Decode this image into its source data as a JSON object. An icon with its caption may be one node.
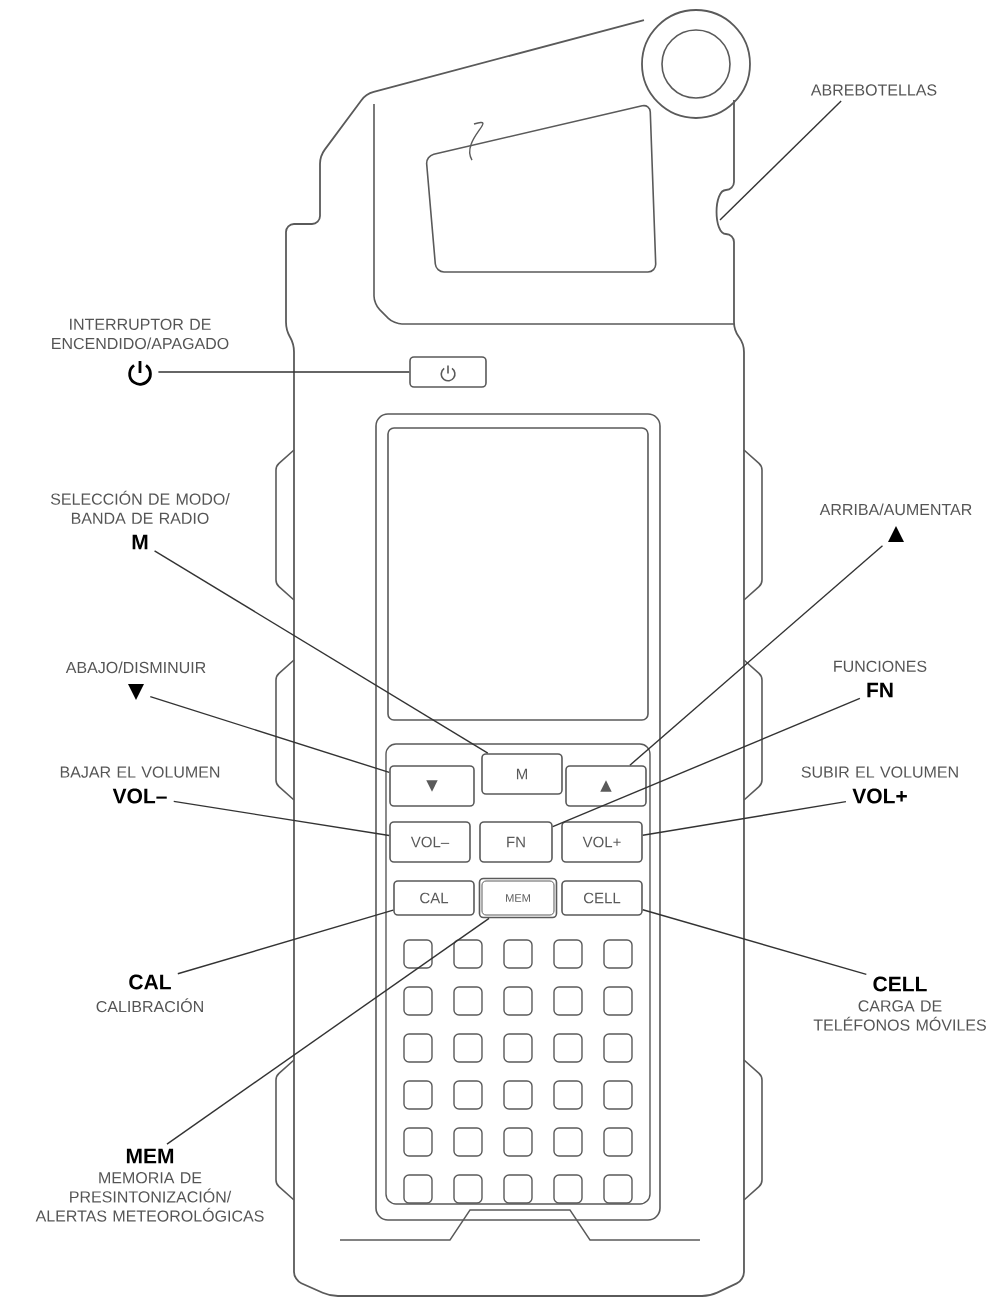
{
  "diagram": {
    "nodes": [
      {
        "text": [
          "ABREBOTELLAS"
        ]
      },
      {
        "text": [],
        "shape": "symbol",
        "beside": [
          "INTERRUPTOR DE ENCENDIDO/APAGADO"
        ]
      },
      {
        "text": [],
        "shape": "button"
      },
      {
        "text": [
          "M"
        ],
        "beside": [
          "SELECCIÓN DE MODO/ BANDA DE RADIO"
        ]
      },
      {
        "text": [
          "▲"
        ],
        "beside": [
          "ARRIBA/AUMENTAR"
        ]
      },
      {
        "text": [
          "▼"
        ],
        "beside": [
          "ABAJO/DISMINUIR"
        ]
      },
      {
        "text": [
          "FN"
        ],
        "beside": [
          "FUNCIONES"
        ]
      },
      {
        "text": [
          "VOL–"
        ],
        "beside": [
          "BAJAR EL VOLUMEN"
        ]
      },
      {
        "text": [
          "VOL+"
        ],
        "beside": [
          "SUBIR EL VOLUMEN"
        ]
      },
      {
        "text": [
          "CAL"
        ],
        "beside": [
          "CALIBRACIÓN"
        ]
      },
      {
        "text": [
          "CELL"
        ],
        "beside": [
          "CARGA DE TELÉFONOS MÓVILES"
        ]
      },
      {
        "text": [
          "MEM"
        ],
        "beside": [
          "MEMORIA DE PRESINTONIZACIÓN/ ALERTAS METEOROLÓGICAS"
        ]
      },
      {
        "text": [
          "▼"
        ]
      },
      {
        "text": [
          "M"
        ]
      },
      {
        "text": [
          "▲"
        ]
      },
      {
        "text": [
          "VOL–"
        ]
      },
      {
        "text": [
          "FN"
        ]
      },
      {
        "text": [
          "VOL+"
        ]
      },
      {
        "text": [
          "CAL"
        ]
      },
      {
        "text": [
          "MEM"
        ]
      },
      {
        "text": [
          "CELL"
        ]
      }
    ],
    "edges": [
      {
        "from": 0,
        "to": null,
        "arrow": "none"
      },
      {
        "from": 1,
        "to": 2,
        "arrow": "none"
      },
      {
        "from": 3,
        "to": 13,
        "arrow": "none"
      },
      {
        "from": 4,
        "to": 14,
        "arrow": "none"
      },
      {
        "from": 5,
        "to": 12,
        "arrow": "none"
      },
      {
        "from": 6,
        "to": 16,
        "arrow": "none"
      },
      {
        "from": 7,
        "to": 15,
        "arrow": "none"
      },
      {
        "from": 8,
        "to": 17,
        "arrow": "none"
      },
      {
        "from": 9,
        "to": 18,
        "arrow": "none"
      },
      {
        "from": 10,
        "to": 20,
        "arrow": "none"
      },
      {
        "from": 11,
        "to": 19,
        "arrow": "none"
      }
    ]
  }
}
